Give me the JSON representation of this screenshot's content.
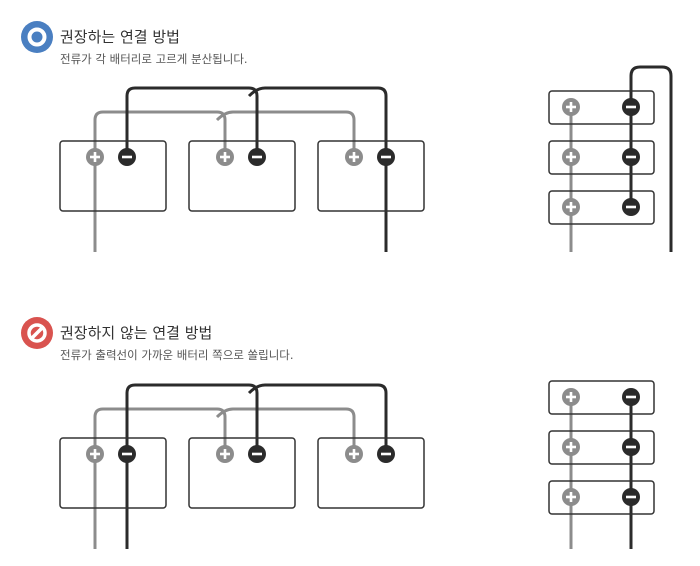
{
  "recommended": {
    "title": "권장하는 연결 방법",
    "desc": "전류가 각 배터리로 고르게 분산됩니다.",
    "badge_color": "#4a7fc1"
  },
  "not_recommended": {
    "title": "권장하지 않는 연결 방법",
    "desc": "전류가 출력선이 가까운 배터리 쪽으로 쏠립니다.",
    "badge_color": "#d9534f"
  },
  "colors": {
    "positive_wire": "#8c8c8c",
    "negative_wire": "#2b2b2b",
    "box_border": "#333333"
  }
}
